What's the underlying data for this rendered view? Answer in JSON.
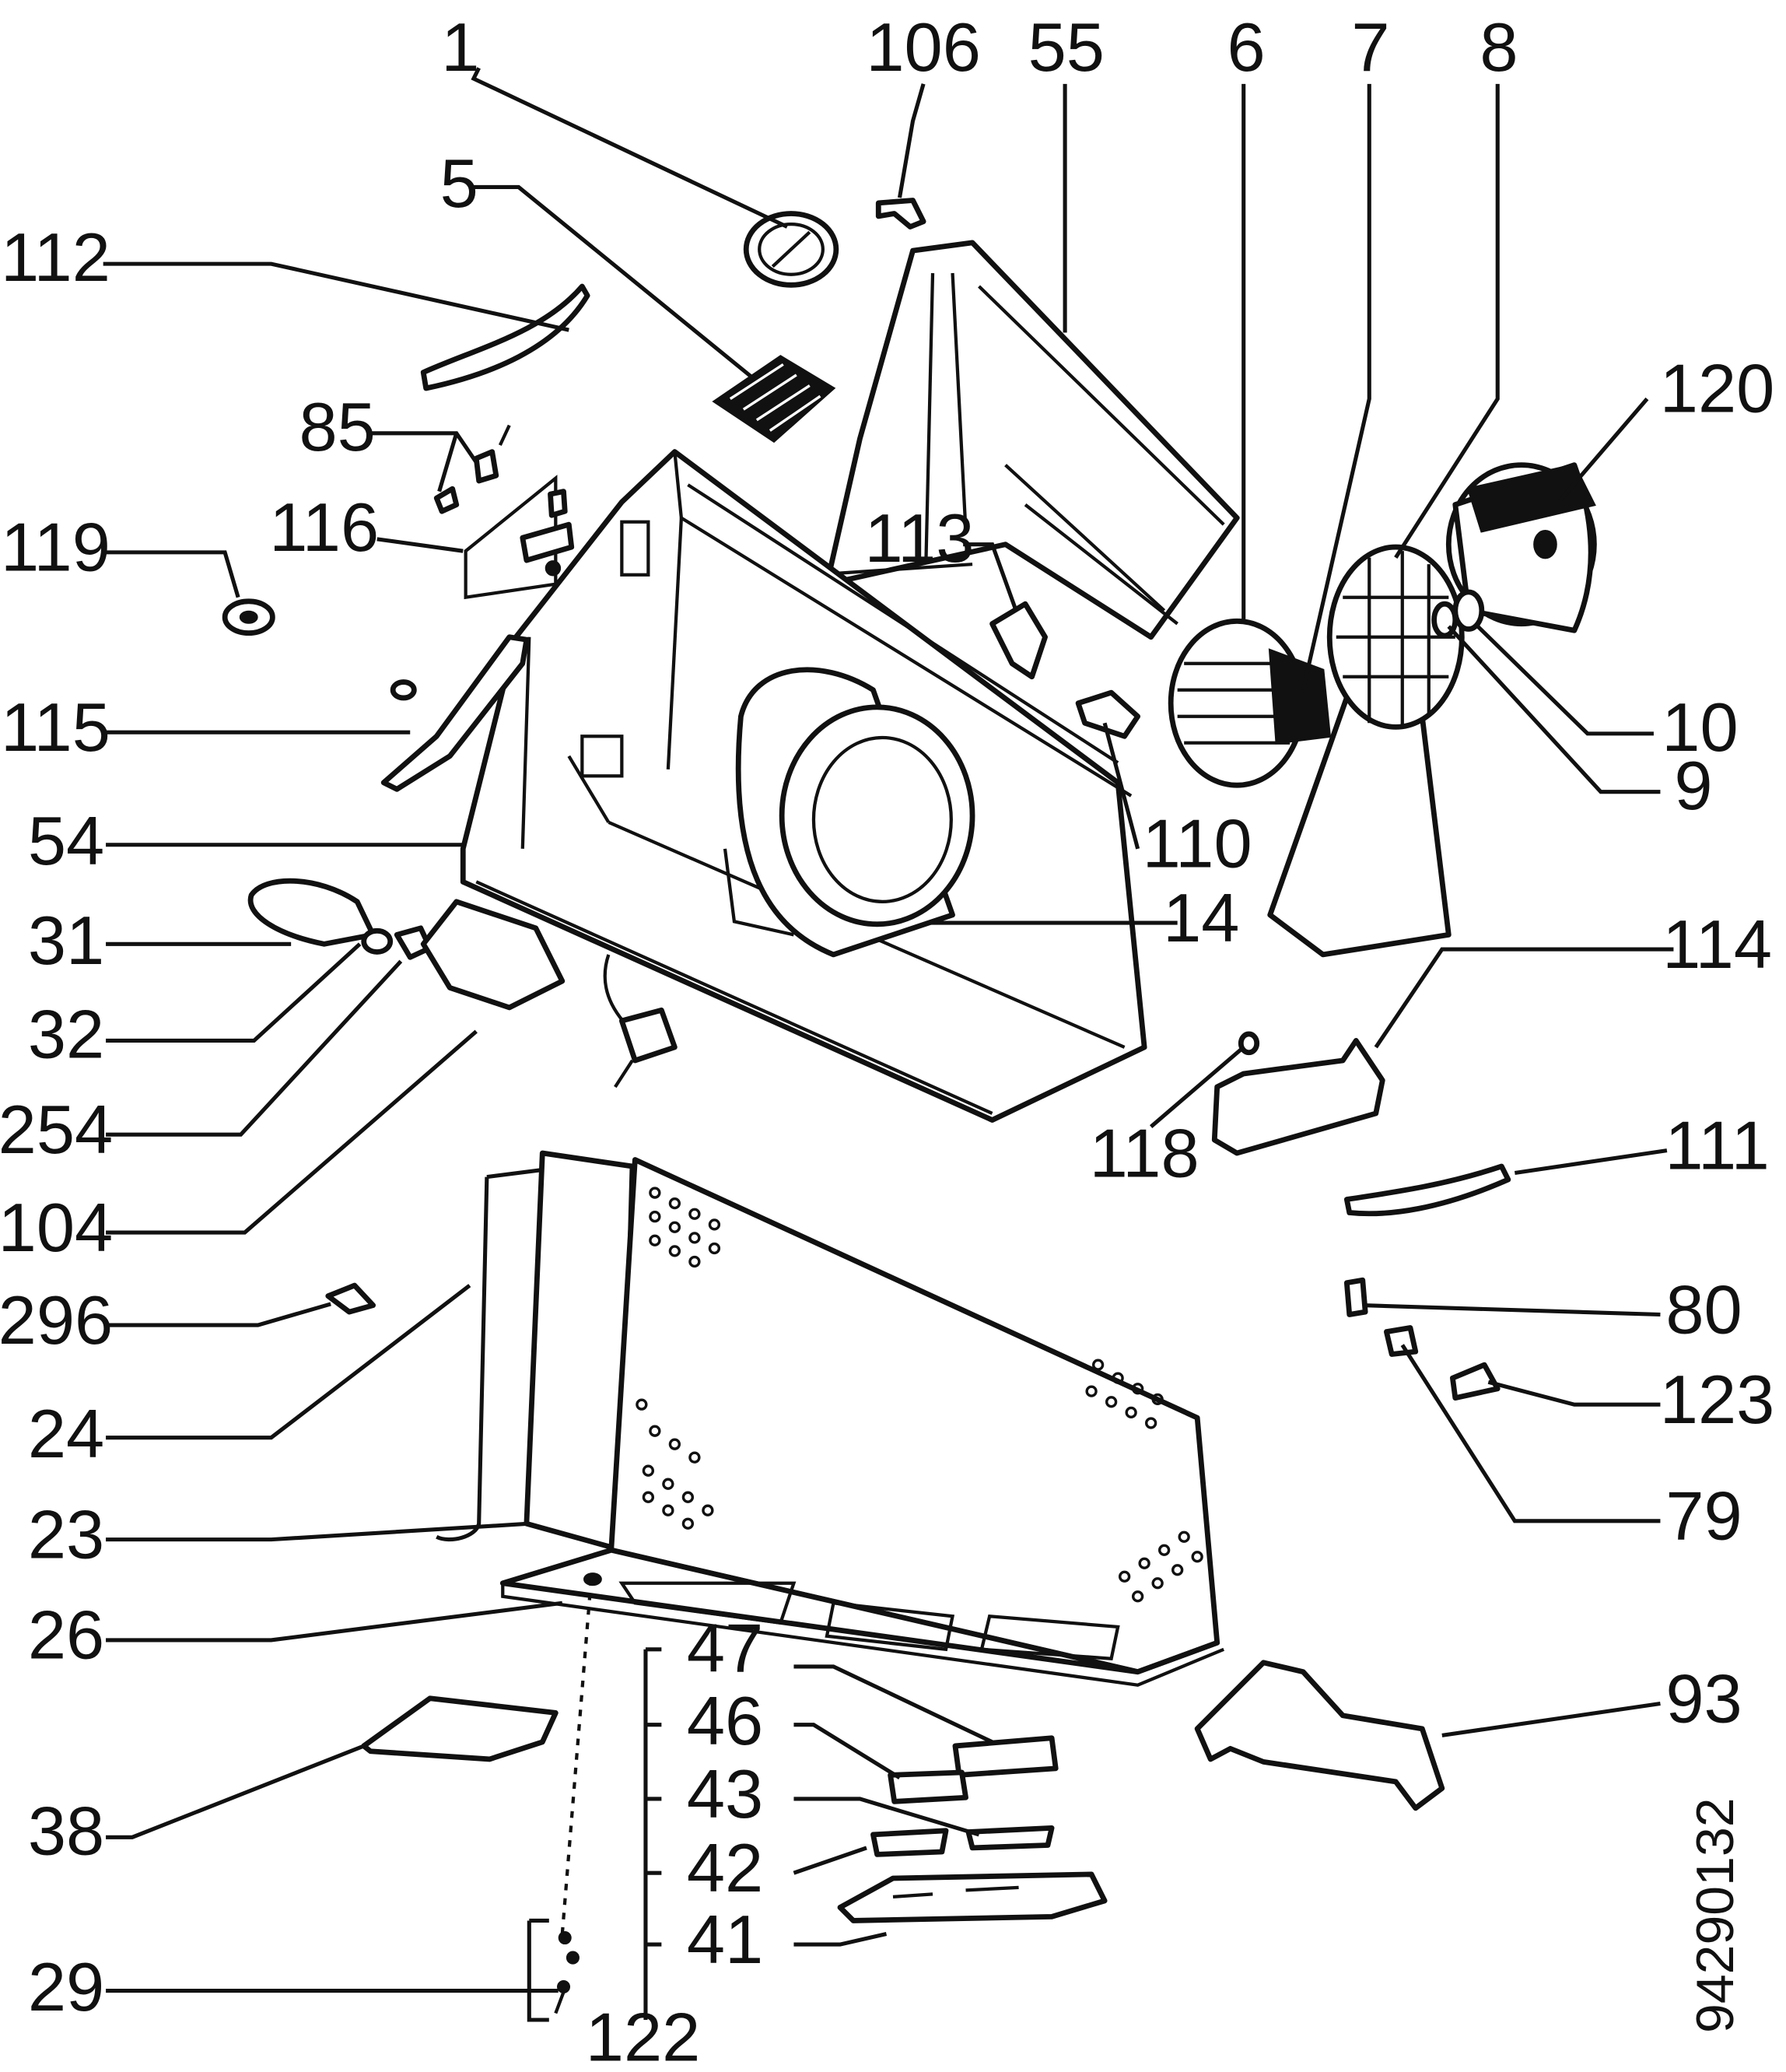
{
  "diagram": {
    "reference_number": "94290132",
    "callouts": [
      "1",
      "106",
      "55",
      "6",
      "7",
      "8",
      "5",
      "112",
      "120",
      "85",
      "116",
      "119",
      "113",
      "10",
      "115",
      "110",
      "9",
      "54",
      "14",
      "31",
      "114",
      "32",
      "118",
      "254",
      "111",
      "104",
      "296",
      "80",
      "24",
      "123",
      "79",
      "23",
      "26",
      "47",
      "93",
      "46",
      "43",
      "38",
      "42",
      "41",
      "29",
      "122"
    ]
  }
}
